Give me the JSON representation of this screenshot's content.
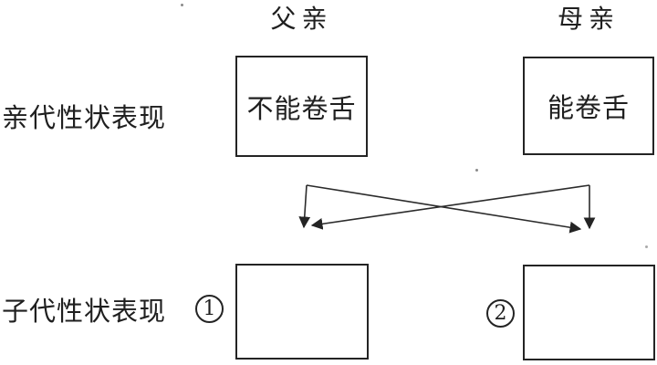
{
  "diagram": {
    "title_implied": "tongue-rolling-trait-cross-diagram",
    "columns": {
      "father_label": "父亲",
      "mother_label": "母亲"
    },
    "rows": {
      "parent_row_label": "亲代性状表现",
      "offspring_row_label": "子代性状表现"
    },
    "parent_traits": {
      "father_trait": "不能卷舌",
      "mother_trait": "能卷舌"
    },
    "offspring": {
      "left": {
        "symbol": "①",
        "digit": "1",
        "trait": ""
      },
      "right": {
        "symbol": "②",
        "digit": "2",
        "trait": ""
      }
    },
    "arrows": {
      "description": "crossed inheritance arrows from each parent down to both offspring boxes",
      "count": 4
    },
    "colors": {
      "ink": "#242424",
      "background": "#ffffff"
    }
  }
}
